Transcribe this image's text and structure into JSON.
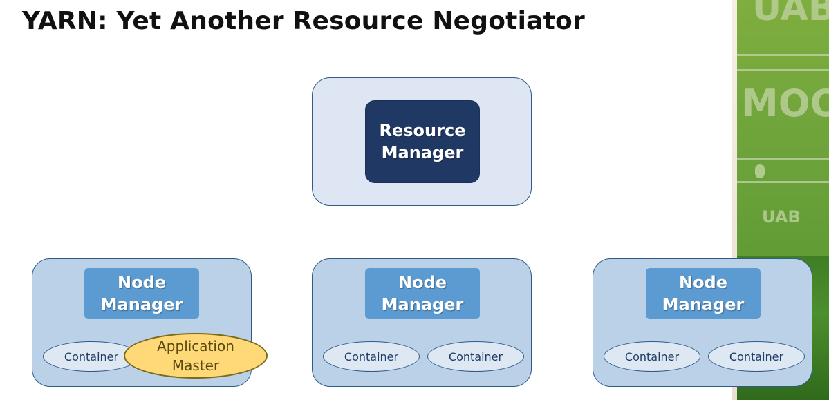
{
  "title": "YARN: Yet Another Resource Negotiator",
  "resource_manager": {
    "line1": "Resource",
    "line2": "Manager"
  },
  "node_managers": [
    {
      "line1": "Node",
      "line2": "Manager",
      "containers": [
        "Container"
      ],
      "app_master": {
        "line1": "Application",
        "line2": "Master"
      }
    },
    {
      "line1": "Node",
      "line2": "Manager",
      "containers": [
        "Container",
        "Container"
      ]
    },
    {
      "line1": "Node",
      "line2": "Manager",
      "containers": [
        "Container",
        "Container"
      ]
    }
  ],
  "colors": {
    "resource_manager_fill": "#1f3864",
    "node_manager_fill": "#5b9bd1",
    "application_master_fill": "#ffd877",
    "outer_box_border": "#2f5b8a"
  }
}
